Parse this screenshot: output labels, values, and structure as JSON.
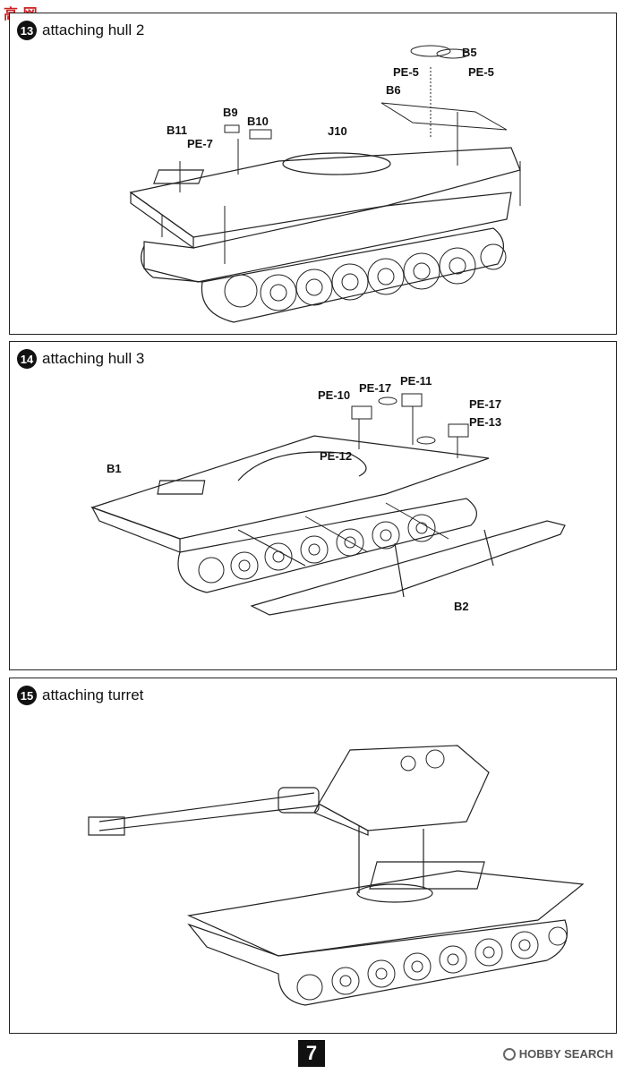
{
  "corner_logo": "高 网",
  "steps": [
    {
      "number": "13",
      "title": "attaching hull 2",
      "callouts": [
        "B5",
        "PE-5",
        "PE-5",
        "B6",
        "B9",
        "B10",
        "B11",
        "PE-7",
        "J10"
      ]
    },
    {
      "number": "14",
      "title": "attaching hull 3",
      "callouts": [
        "PE-10",
        "PE-17",
        "PE-11",
        "PE-17",
        "PE-13",
        "PE-12",
        "B1",
        "B2"
      ]
    },
    {
      "number": "15",
      "title": "attaching turret",
      "callouts": []
    }
  ],
  "page_number": "7",
  "watermark": "HOBBY SEARCH"
}
